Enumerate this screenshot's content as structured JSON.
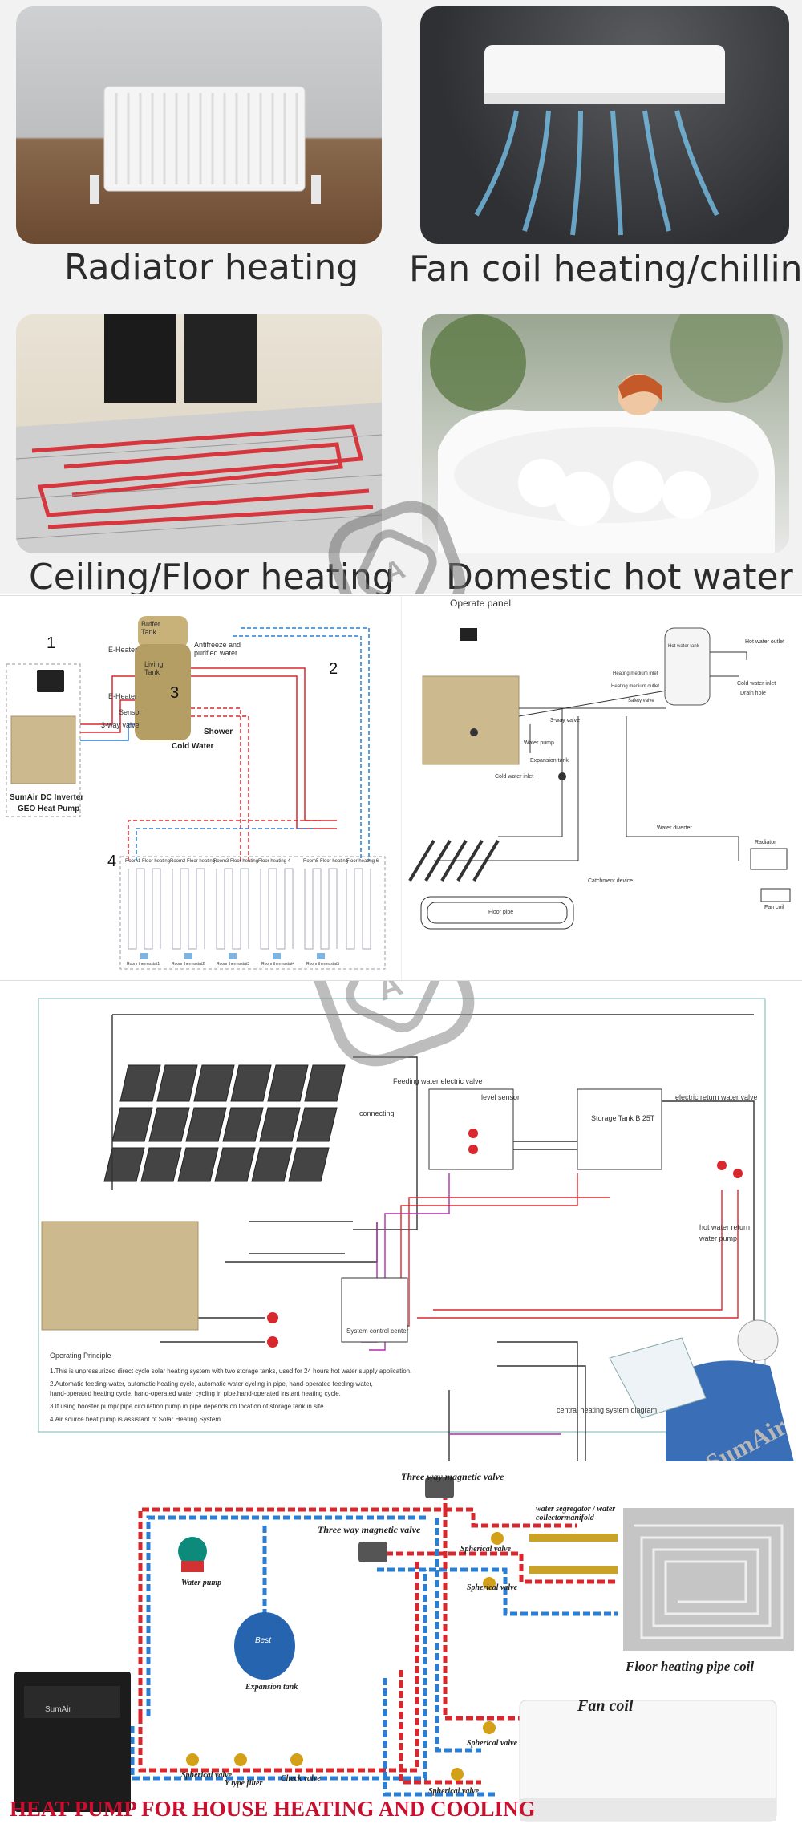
{
  "tiles": {
    "radiator": "Radiator heating",
    "fancoil": "Fan coil heating/chilling",
    "floor": "Ceiling/Floor heating",
    "hotwater": "Domestic hot water"
  },
  "diagram1": {
    "num1": "1",
    "num2": "2",
    "num3": "3",
    "num4": "4",
    "eheater1": "E-Heater",
    "eheater2": "E-Heater",
    "buffer_tank": "Buffer Tank",
    "living_tank": "Living Tank",
    "antifreeze": "Antifreeze and purified water",
    "sensor": "Sensor",
    "three_way": "3-way valve",
    "cold_water": "Cold Water",
    "shower": "Shower",
    "unit_name1": "SumAir DC Inverter",
    "unit_name2": "GEO Heat Pump",
    "rooms": [
      "Room1 Floor heating",
      "Room2 Floor heating",
      "Room3 Floor heating",
      "Floor heating 4",
      "Room5 Floor heating",
      "Floor heating 6"
    ],
    "thermostats": [
      "Room thermostat1",
      "Room thermostat2",
      "Room thermostat3",
      "Room thermostat4",
      "Room thermostat5"
    ]
  },
  "diagram2": {
    "operate_panel": "Operate panel",
    "hot_water_tank": "Hot water tank",
    "hot_water_outlet": "Hot water outlet",
    "heating_medium_inlet": "Heating medium inlet",
    "heating_medium_outlet": "Heating medium outlet",
    "cold_water_inlet": "Cold water inlet",
    "drain_hole": "Drain hole",
    "safety_valve": "Safety valve",
    "three_way": "3-way valve",
    "water_pump": "Water pump",
    "expansion_tank": "Expansion tank",
    "cold_water_inlet2": "Cold water inlet",
    "water_diverter": "Water diverter",
    "radiator": "Radiator",
    "catchment": "Catchment device",
    "fan_coil": "Fan coil",
    "floor_pipe": "Floor pipe"
  },
  "diagram3": {
    "feeding_valve": "Feeding water electric valve",
    "level_sensor": "level sensor",
    "connecting": "connecting",
    "storage_tank": "Storage Tank B 25T",
    "electric_return": "electric return water valve",
    "hot_water_return": "hot water return",
    "water_pump": "water pump",
    "control_center": "System control center",
    "central_heating": "central heating system diagram",
    "principle_title": "Operating Principle",
    "principle_lines": [
      "1.This is unpressurized direct cycle solar heating system with two storage tanks, used for 24 hours hot water supply application.",
      "2.Automatic feeding-water, automatic heating cycle, automatic water cycling in pipe, hand-operated feeding-water,",
      "hand-operated heating cycle, hand-operated water cycling in pipe,hand-operated instant heating cycle.",
      "3.If using booster pump/ pipe circulation pump in pipe depends on location of storage tank in site.",
      "4.Air source heat pump is assistant of Solar Heating System."
    ],
    "brand": "SumAir"
  },
  "diagram4": {
    "three_way_top": "Three way magnetic valve",
    "three_way_mid": "Three way magnetic valve",
    "segregator": "water segregator / water collectormanifold",
    "spherical1": "Spherical valve",
    "spherical2": "Spherical valve",
    "spherical3": "Spherical valve",
    "spherical4": "Spherical valve",
    "spherical5": "Spherical valve",
    "water_pump": "Water pump",
    "expansion_tank": "Expansion tank",
    "y_filter": "Y type filter",
    "check_valve": "Check valve",
    "floor_coil": "Floor heating pipe coil",
    "fan_coil": "Fan coil",
    "title": "HEAT PUMP FOR HOUSE HEATING AND COOLING",
    "tank_brand": "Best",
    "unit_brand": "SumAir"
  },
  "colors": {
    "pipe_red": "#d9272e",
    "pipe_blue": "#2a7fd4",
    "unit_beige": "#cdb98e",
    "title_red": "#c8102e"
  }
}
